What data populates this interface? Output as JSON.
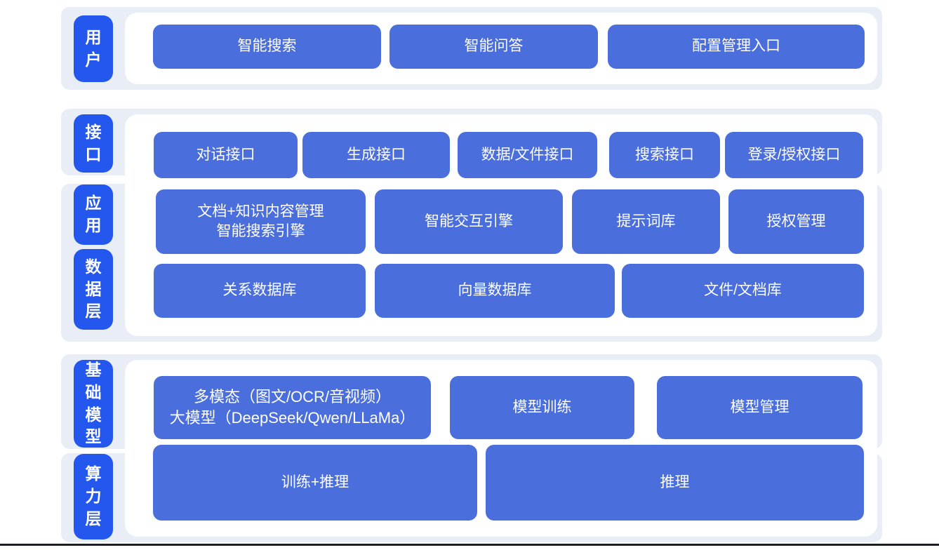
{
  "colors": {
    "section_bg": "#e9eef6",
    "panel_bg": "#ffffff",
    "label_bg": "#2457ee",
    "button_bg": "#4a6edb",
    "block_text": "#ffffff",
    "baseline": "#1b1e24"
  },
  "diagram_title": "",
  "sections": [
    {
      "name": "user-layer",
      "labels": [
        {
          "text": "用户"
        }
      ],
      "rows": [
        {
          "buttons": [
            {
              "text": "智能搜索"
            },
            {
              "text": "智能问答"
            },
            {
              "text": "配置管理入口"
            }
          ]
        }
      ]
    },
    {
      "name": "interface-application-data-layer",
      "labels": [
        {
          "text": "接口"
        },
        {
          "text": "应用"
        },
        {
          "text": "数据层"
        }
      ],
      "rows": [
        {
          "buttons": [
            {
              "text": "对话接口"
            },
            {
              "text": "生成接口"
            },
            {
              "text": "数据/文件接口"
            },
            {
              "text": "搜索接口"
            },
            {
              "text": "登录/授权接口"
            }
          ]
        },
        {
          "buttons": [
            {
              "line1": "文档+知识内容管理",
              "line2": "智能搜索引擎"
            },
            {
              "text": "智能交互引擎"
            },
            {
              "text": "提示词库"
            },
            {
              "text": "授权管理"
            }
          ]
        },
        {
          "buttons": [
            {
              "text": "关系数据库"
            },
            {
              "text": "向量数据库"
            },
            {
              "text": "文件/文档库"
            }
          ]
        }
      ]
    },
    {
      "name": "foundation-model-compute-layer",
      "labels": [
        {
          "text": "基础模型"
        },
        {
          "text": "算力层"
        }
      ],
      "rows": [
        {
          "buttons": [
            {
              "line1": "多模态（图文/OCR/音视频）",
              "line2": "大模型（DeepSeek/Qwen/LLaMa）"
            },
            {
              "text": "模型训练"
            },
            {
              "text": "模型管理"
            }
          ]
        },
        {
          "buttons": [
            {
              "text": "训练+推理"
            },
            {
              "text": "推理"
            }
          ]
        }
      ]
    }
  ]
}
